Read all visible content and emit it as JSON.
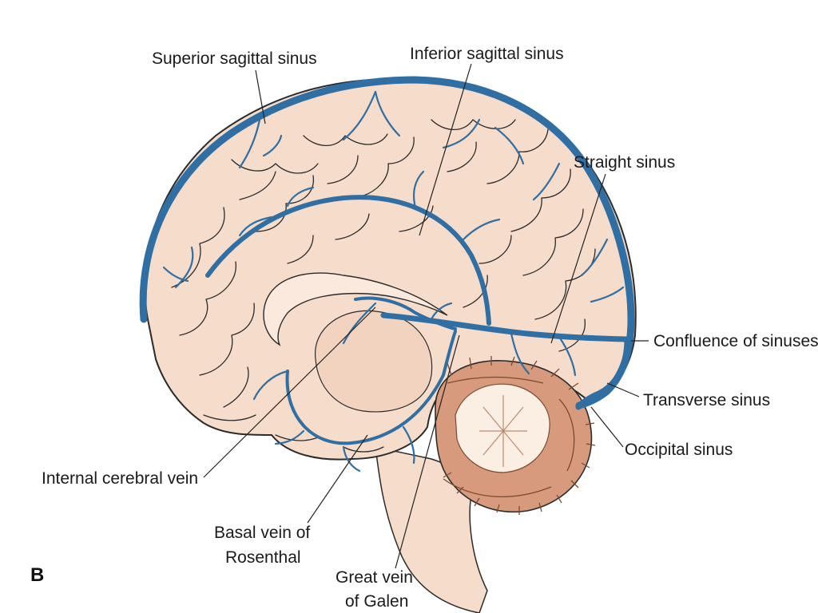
{
  "panel_letter": "B",
  "labels": {
    "superior_sagittal_sinus": "Superior sagittal sinus",
    "inferior_sagittal_sinus": "Inferior sagittal sinus",
    "straight_sinus": "Straight sinus",
    "confluence_of_sinuses": "Confluence of sinuses",
    "transverse_sinus": "Transverse sinus",
    "occipital_sinus": "Occipital sinus",
    "internal_cerebral_vein": "Internal cerebral vein",
    "basal_vein_line1": "Basal vein of",
    "basal_vein_line2": "Rosenthal",
    "great_vein_line1": "Great vein",
    "great_vein_line2": "of Galen"
  },
  "colors": {
    "vein": "#2f6fa3",
    "brain": "#f6dccb",
    "brain_dark": "#e9c5ae",
    "cerebellum": "#d79a7c",
    "outline": "#2b2b2b"
  }
}
